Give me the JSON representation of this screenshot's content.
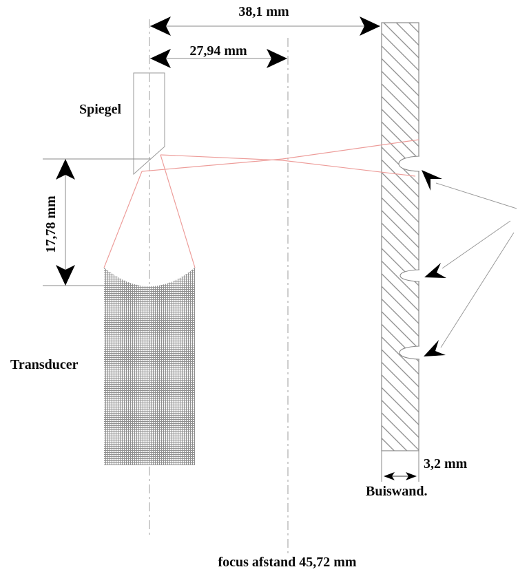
{
  "labels": {
    "spiegel": "Spiegel",
    "transducer": "Transducer",
    "buiswand": "Buiswand.",
    "focus_afstand": "focus afstand 45,72 mm"
  },
  "dimensions": {
    "total_width": "38,1 mm",
    "mirror_to_focus": "27,94 mm",
    "mirror_offset_height": "17,78 mm",
    "wall_thickness": "3,2 mm"
  },
  "wall": {
    "notch_count": 3
  },
  "colors": {
    "beam_line": "#ed9d9a",
    "drawing_line": "#8a8a8a",
    "centerline": "#b4b4b4",
    "arrow_black": "#000000",
    "background": "#ffffff"
  }
}
